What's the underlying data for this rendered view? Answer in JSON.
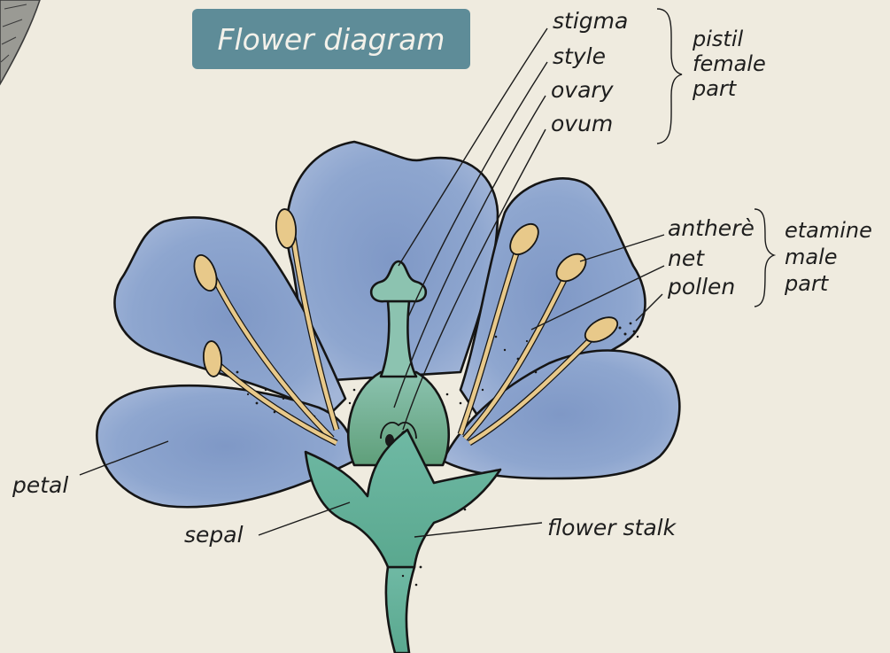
{
  "title": "Flower diagram",
  "labels": {
    "stigma": "stigma",
    "style": "style",
    "ovary": "ovary",
    "ovum": "ovum",
    "anther": "antherè",
    "net": "net",
    "pollen": "pollen",
    "petal": "petal",
    "sepal": "sepal",
    "flower_stalk": "flower stalk"
  },
  "groups": {
    "pistil": [
      "pistil",
      "female",
      "part"
    ],
    "stamen": [
      "etamine",
      "male",
      "part"
    ]
  },
  "colors": {
    "background": "#efebdf",
    "title_banner": "#5e8c98",
    "petal": "#8aa3cc",
    "sepal": "#74b3a0",
    "anther": "#e8c98a"
  }
}
